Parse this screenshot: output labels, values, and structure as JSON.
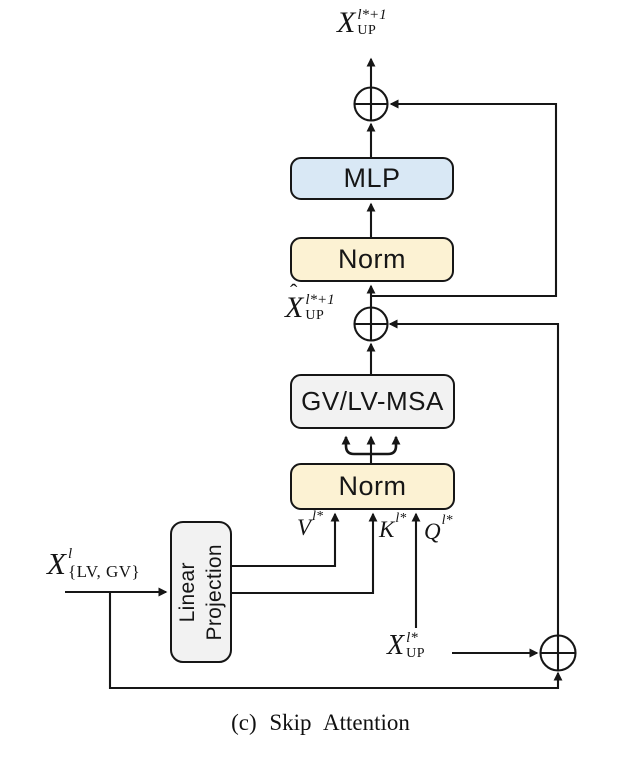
{
  "caption": "(c) Skip Attention",
  "colors": {
    "mlp_fill": "#d9e8f5",
    "norm_fill": "#fcf2d3",
    "gray_fill": "#f2f2f2",
    "line": "#161616",
    "background": "#ffffff"
  },
  "blocks": {
    "mlp": {
      "label": "MLP"
    },
    "norm_top": {
      "label": "Norm"
    },
    "msa": {
      "label": "GV/LV-MSA"
    },
    "norm_bottom": {
      "label": "Norm"
    },
    "linear_projection": {
      "label_line1": "Linear",
      "label_line2": "Projection"
    }
  },
  "math_labels": {
    "output": {
      "base": "X",
      "sup": "l*+1",
      "sub": "UP"
    },
    "hidden": {
      "hat": "ˆ",
      "base": "X",
      "sup": "l*+1",
      "sub": "UP"
    },
    "value": {
      "base": "V",
      "sup": "l*"
    },
    "key": {
      "base": "K",
      "sup": "l*"
    },
    "query": {
      "base": "Q",
      "sup": "l*"
    },
    "input": {
      "base": "X",
      "sup": "l",
      "sub": "{LV, GV}"
    },
    "up_input": {
      "base": "X",
      "sup": "l*",
      "sub": "UP"
    }
  },
  "symbols": {
    "adder": "circled-plus"
  }
}
